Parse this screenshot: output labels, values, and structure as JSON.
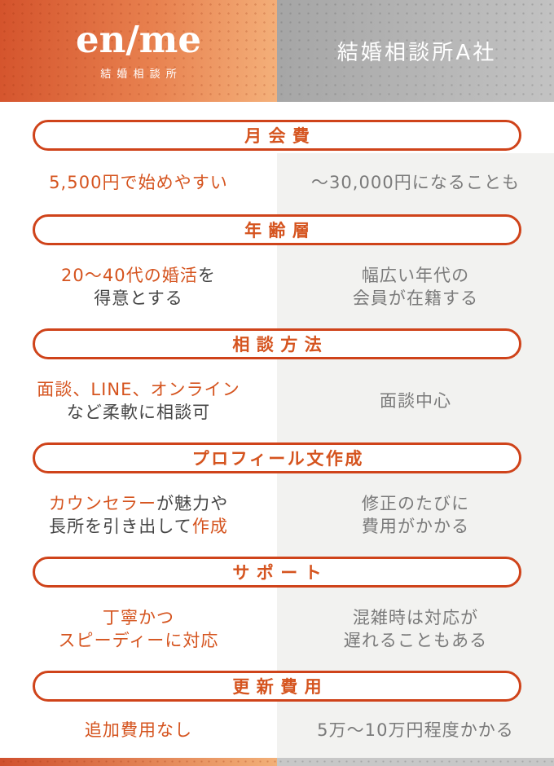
{
  "colors": {
    "accent_border": "#cf431a",
    "accent_text": "#d5541f",
    "dark_text": "#454545",
    "muted_text": "#7a7a7a",
    "right_column_bg": "#f2f2f0",
    "brand_gradient_start": "#d4532c",
    "brand_gradient_end": "#f4b17b",
    "competitor_gradient_start": "#a5a5a5",
    "competitor_gradient_end": "#c3c3c3",
    "footer_gray": "#c7c7c7"
  },
  "header": {
    "brand": {
      "logo": "en/me",
      "subtitle": "結婚相談所"
    },
    "competitor": {
      "title": "結婚相談所A社"
    }
  },
  "sections": [
    {
      "label": "月会費",
      "left": [
        [
          {
            "t": "5,500円で始めやすい",
            "c": "accent"
          }
        ]
      ],
      "right": [
        "〜30,000円になることも"
      ]
    },
    {
      "label": "年齢層",
      "left": [
        [
          {
            "t": "20〜40代の婚活",
            "c": "accent"
          },
          {
            "t": "を",
            "c": "dark"
          }
        ],
        [
          {
            "t": "得意とする",
            "c": "dark"
          }
        ]
      ],
      "right": [
        "幅広い年代の",
        "会員が在籍する"
      ]
    },
    {
      "label": "相談方法",
      "left": [
        [
          {
            "t": "面談、LINE、オンライン",
            "c": "accent"
          }
        ],
        [
          {
            "t": "など柔軟に相談可",
            "c": "dark"
          }
        ]
      ],
      "right": [
        "面談中心"
      ]
    },
    {
      "label": "プロフィール文作成",
      "left": [
        [
          {
            "t": "カウンセラー",
            "c": "accent"
          },
          {
            "t": "が魅力や",
            "c": "dark"
          }
        ],
        [
          {
            "t": "長所を引き出して",
            "c": "dark"
          },
          {
            "t": "作成",
            "c": "accent"
          }
        ]
      ],
      "right": [
        "修正のたびに",
        "費用がかかる"
      ]
    },
    {
      "label": "サポート",
      "left": [
        [
          {
            "t": "丁寧かつ",
            "c": "accent"
          }
        ],
        [
          {
            "t": "スピーディーに対応",
            "c": "accent"
          }
        ]
      ],
      "right": [
        "混雑時は対応が",
        "遅れることもある"
      ]
    },
    {
      "label": "更新費用",
      "left": [
        [
          {
            "t": "追加費用なし",
            "c": "accent"
          }
        ]
      ],
      "right": [
        "5万〜10万円程度かかる"
      ]
    }
  ]
}
